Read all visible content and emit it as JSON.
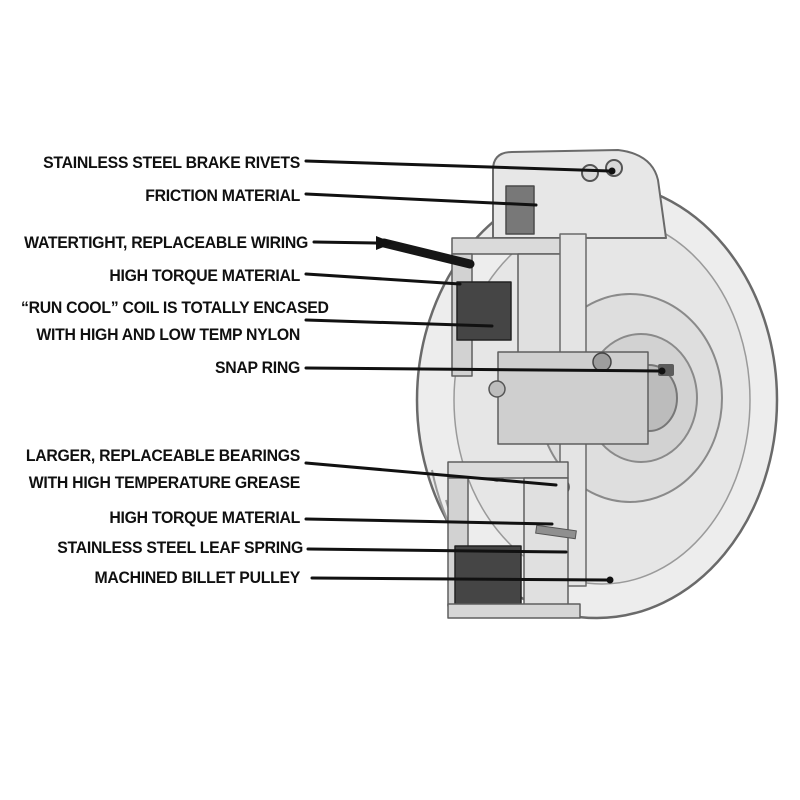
{
  "diagram": {
    "subject": "electric clutch cutaway",
    "colors": {
      "line": "#111111",
      "coil": "#454545",
      "wire": "#161616",
      "metal_light": "#ededed",
      "friction": "#787878",
      "background": "#ffffff"
    },
    "labels": [
      {
        "lines": [
          "STAINLESS STEEL BRAKE RIVETS"
        ]
      },
      {
        "lines": [
          "FRICTION MATERIAL"
        ]
      },
      {
        "lines": [
          "WATERTIGHT, REPLACEABLE WIRING"
        ]
      },
      {
        "lines": [
          "HIGH TORQUE MATERIAL"
        ]
      },
      {
        "lines": [
          "“RUN COOL” COIL IS TOTALLY ENCASED",
          "WITH HIGH AND LOW TEMP NYLON"
        ]
      },
      {
        "lines": [
          "SNAP RING"
        ]
      },
      {
        "lines": [
          "LARGER, REPLACEABLE BEARINGS",
          "WITH HIGH TEMPERATURE GREASE"
        ]
      },
      {
        "lines": [
          "HIGH TORQUE MATERIAL"
        ]
      },
      {
        "lines": [
          "STAINLESS STEEL LEAF SPRING"
        ]
      },
      {
        "lines": [
          "MACHINED BILLET PULLEY"
        ]
      }
    ]
  }
}
